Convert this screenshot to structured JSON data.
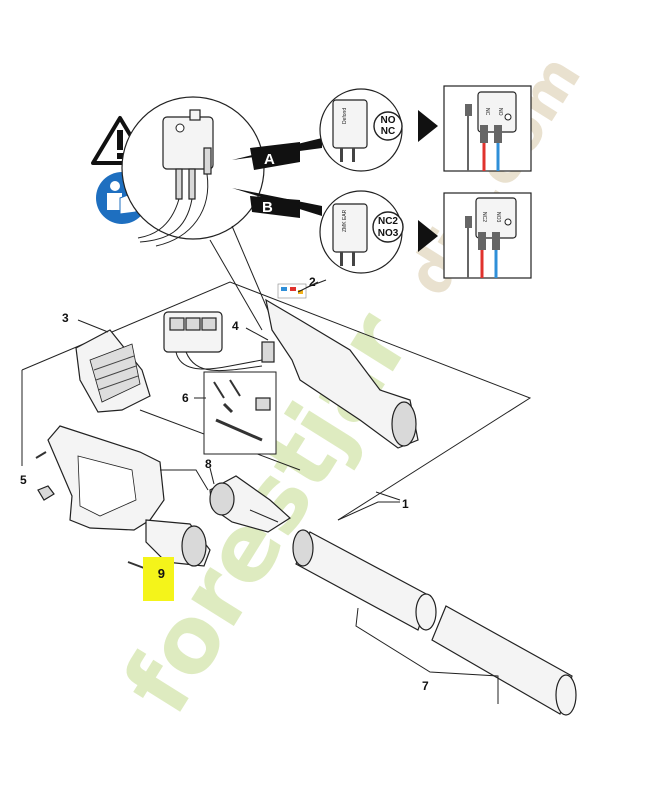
{
  "diagram": {
    "callouts": {
      "A": "A",
      "B": "B"
    },
    "switch_a": {
      "brand": "Defond",
      "contacts": [
        "NO",
        "NC"
      ],
      "wire_labels": [
        "NC",
        "NO"
      ],
      "wire_colors": [
        "#e0322d",
        "#2f8fd8"
      ]
    },
    "switch_b": {
      "brand": "ZMK EAR",
      "contacts": [
        "NC2",
        "NO3"
      ],
      "wire_labels": [
        "NC2",
        "NO3"
      ],
      "wire_colors": [
        "#e0322d",
        "#2f8fd8"
      ]
    },
    "parts": [
      "1",
      "2",
      "3",
      "4",
      "5",
      "6",
      "7",
      "8",
      "9"
    ],
    "highlighted_part": "9",
    "highlight_color": "#f4f41a",
    "warning_icon": "warning-triangle-icon",
    "manual_icon": "read-manual-icon",
    "watermark": "forestjardin.com"
  }
}
